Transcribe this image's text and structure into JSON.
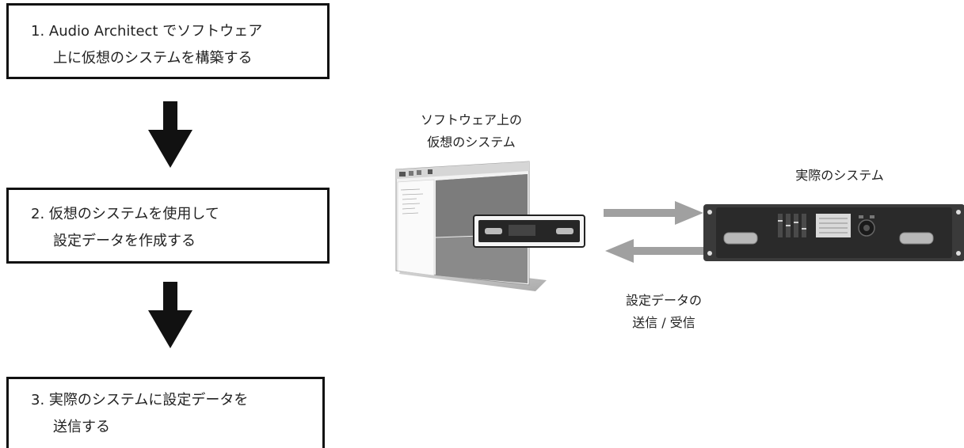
{
  "steps": [
    {
      "line1": "1. Audio Architect でソフトウェア",
      "line2": "上に仮想のシステムを構築する"
    },
    {
      "line1": "2. 仮想のシステムを使用して",
      "line2": "設定データを作成する"
    },
    {
      "line1": "3. 実際のシステムに設定データを",
      "line2": "送信する"
    }
  ],
  "virtual_system": {
    "label_line1": "ソフトウェア上の",
    "label_line2": "仮想のシステム"
  },
  "real_system": {
    "label": "実際のシステム"
  },
  "transfer": {
    "label_line1": "設定データの",
    "label_line2": "送信 / 受信"
  },
  "colors": {
    "border": "#111111",
    "arrow_black": "#111111",
    "arrow_gray": "#a0a0a0",
    "device": "#2b2b2b"
  },
  "icons": [
    "down-arrow-icon",
    "right-arrow-icon",
    "left-arrow-icon",
    "software-window-icon",
    "amplifier-device-icon"
  ]
}
